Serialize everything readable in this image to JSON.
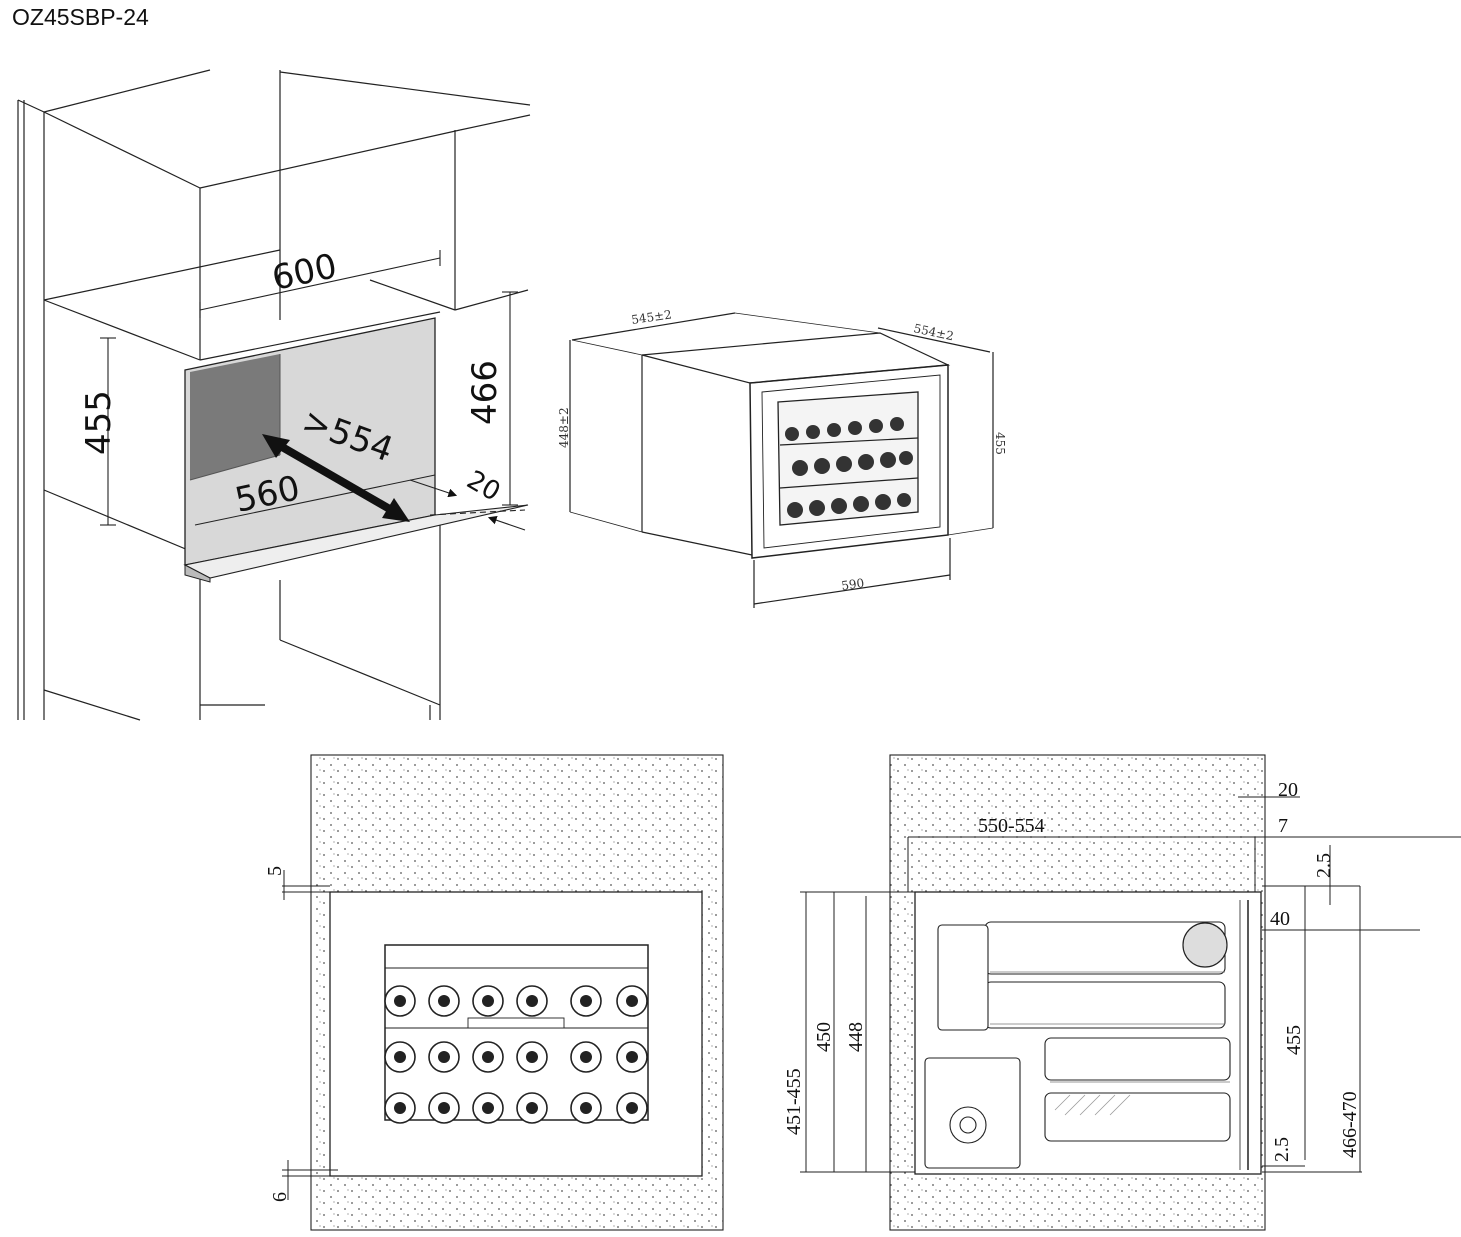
{
  "model": "OZ45SBP-24",
  "niche": {
    "width": "600",
    "height_left": "455",
    "height_right": "466",
    "inner_width": "560",
    "depth": ">554",
    "gap": "20"
  },
  "appliance": {
    "depth_top": "545±2",
    "depth_right": "554±2",
    "height_left": "448±2",
    "height_right": "455",
    "width_bottom": "590"
  },
  "front_view": {
    "top_gap": "5",
    "bottom_gap": "6"
  },
  "side_view": {
    "top_gap": "20",
    "depth_range": "550-554",
    "door_offset": "7",
    "top_clearance": "2.5",
    "handle_depth": "40",
    "h_451_455": "451-455",
    "h_450": "450",
    "h_448": "448",
    "h_455": "455",
    "bottom_clearance": "2.5",
    "h_466_470": "466-470"
  }
}
